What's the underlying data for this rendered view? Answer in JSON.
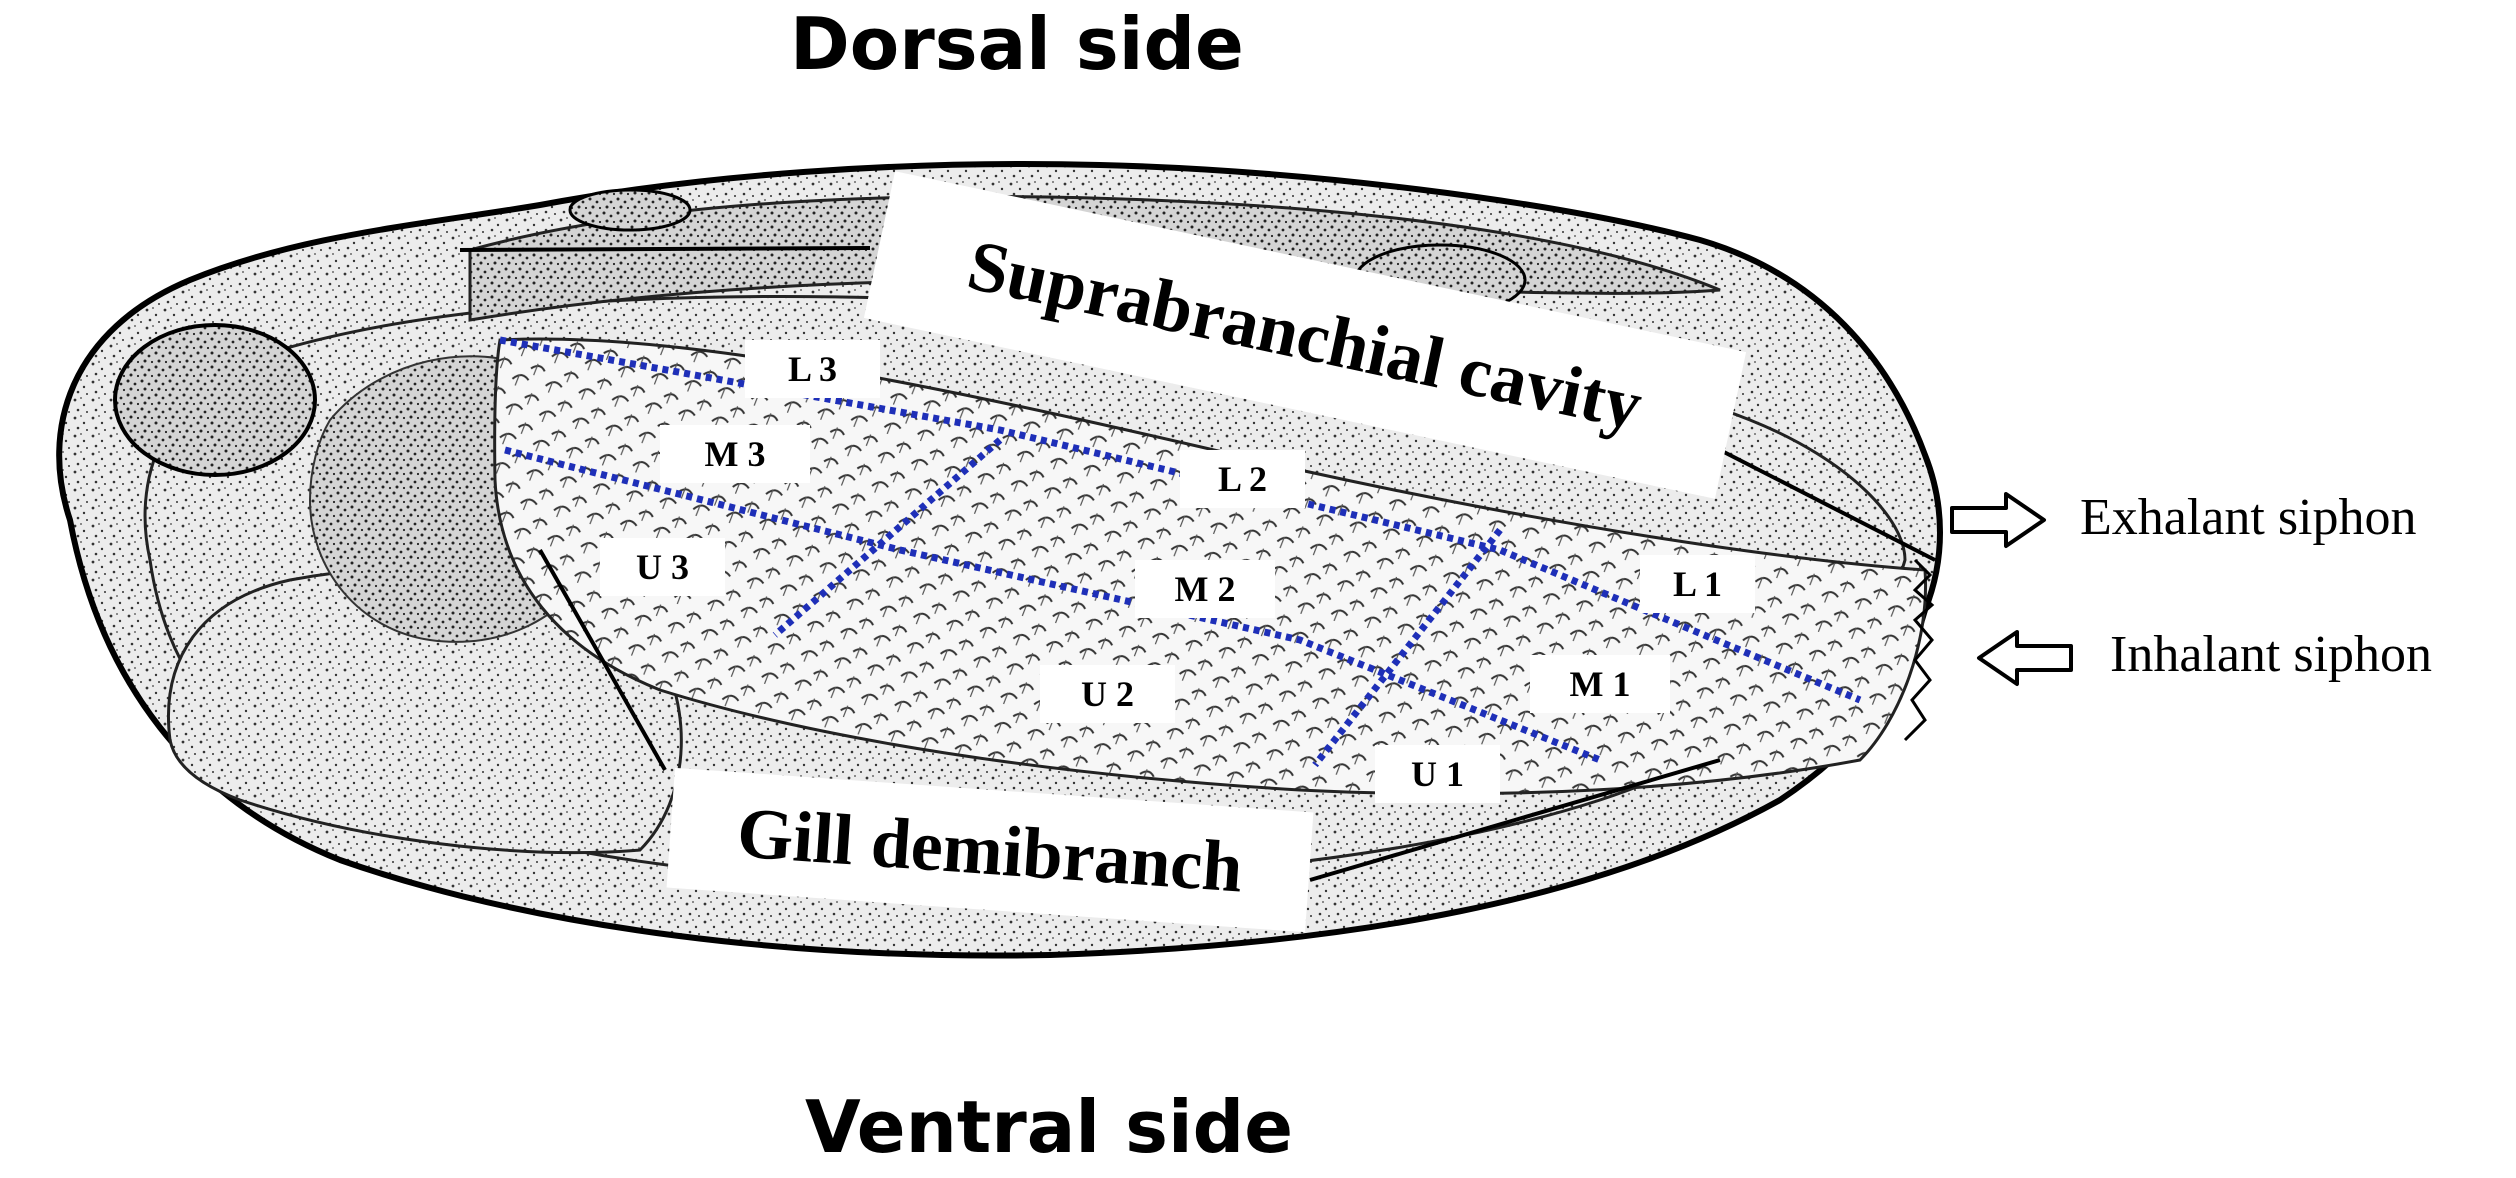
{
  "orientation": {
    "top_label": "Dorsal side",
    "bottom_label": "Ventral side"
  },
  "structures": {
    "suprabranchial": "Suprabranchial cavity",
    "gill": "Gill demibranch"
  },
  "zones": {
    "L3": "L 3",
    "M3": "M 3",
    "U3": "U 3",
    "L2": "L 2",
    "M2": "M 2",
    "U2": "U 2",
    "L1": "L 1",
    "M1": "M 1",
    "U1": "U 1"
  },
  "siphons": {
    "exhalant": "Exhalant siphon",
    "inhalant": "Inhalant siphon"
  },
  "colors": {
    "grid_line": "#1e2fb8",
    "outline": "#000000",
    "shell_fill": "#e6e6e6",
    "background": "#ffffff"
  },
  "icons": {
    "exhalant_arrow": "arrow-right-outline-icon",
    "inhalant_arrow": "arrow-left-outline-icon"
  }
}
